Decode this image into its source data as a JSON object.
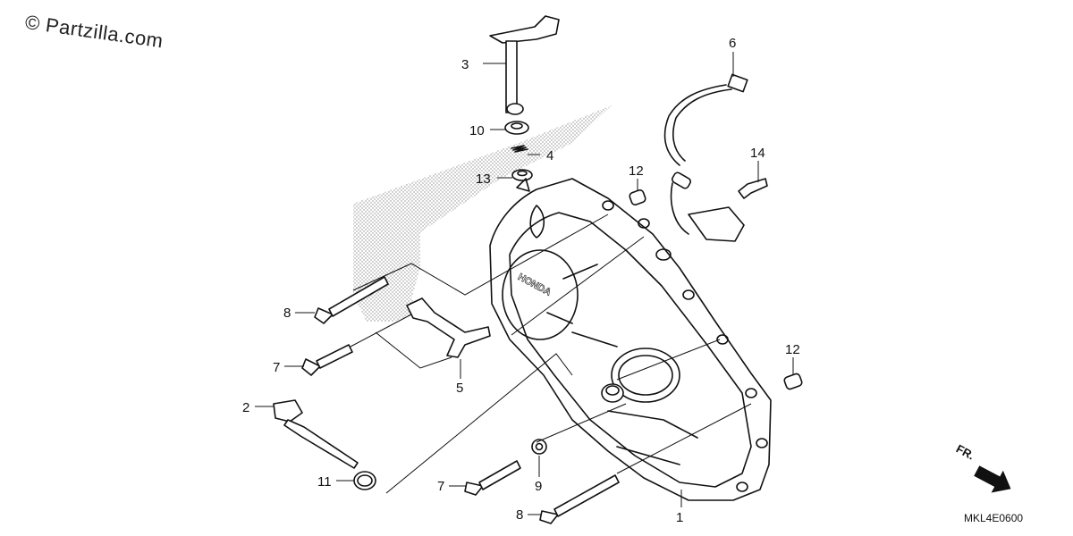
{
  "watermark": "© Partzilla.com",
  "diagram_code": "MKL4E0600",
  "direction_label": "FR.",
  "honda_logo_text": "HONDA",
  "callouts": [
    {
      "id": "c3",
      "text": "3"
    },
    {
      "id": "c10",
      "text": "10"
    },
    {
      "id": "c4",
      "text": "4"
    },
    {
      "id": "c13",
      "text": "13"
    },
    {
      "id": "c6",
      "text": "6"
    },
    {
      "id": "c14",
      "text": "14"
    },
    {
      "id": "c12a",
      "text": "12"
    },
    {
      "id": "c12b",
      "text": "12"
    },
    {
      "id": "c8a",
      "text": "8"
    },
    {
      "id": "c7a",
      "text": "7"
    },
    {
      "id": "c5",
      "text": "5"
    },
    {
      "id": "c2",
      "text": "2"
    },
    {
      "id": "c11",
      "text": "11"
    },
    {
      "id": "c7b",
      "text": "7"
    },
    {
      "id": "c9",
      "text": "9"
    },
    {
      "id": "c8b",
      "text": "8"
    },
    {
      "id": "c1",
      "text": "1"
    }
  ]
}
